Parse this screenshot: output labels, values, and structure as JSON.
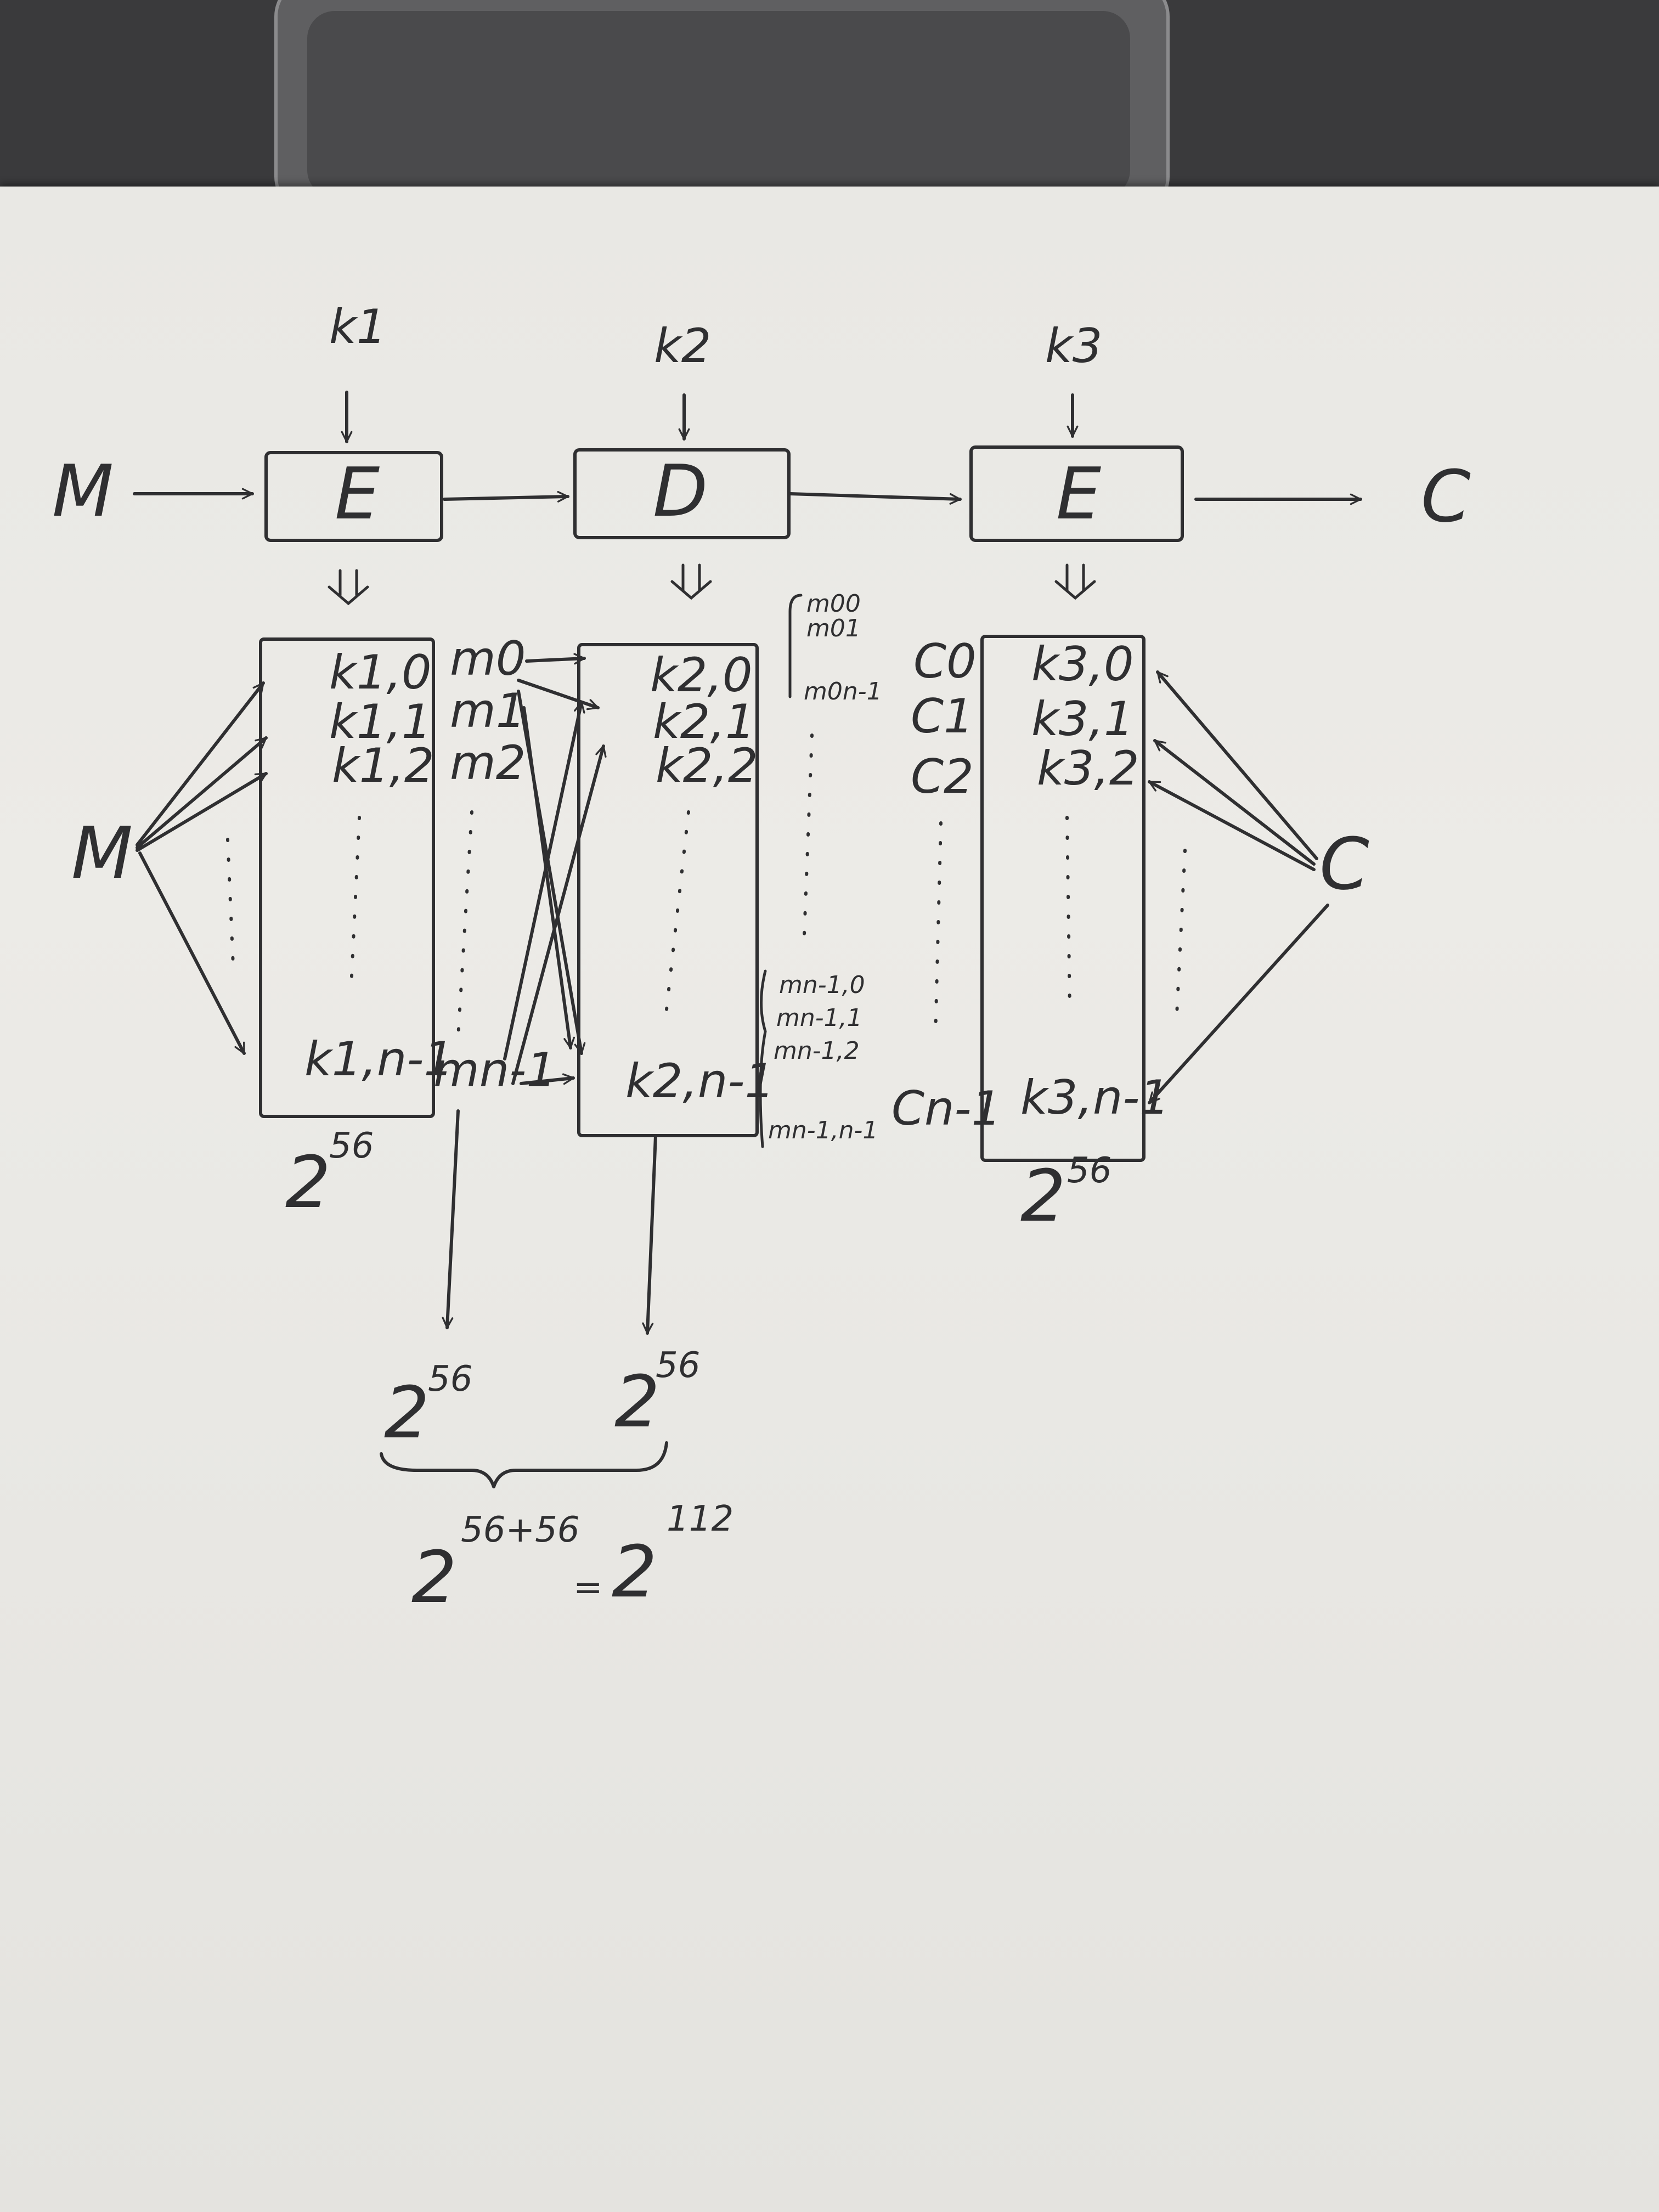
{
  "pipeline": {
    "input": "M",
    "output": "C",
    "stages": [
      {
        "op": "E",
        "key": "k1"
      },
      {
        "op": "D",
        "key": "k2"
      },
      {
        "op": "E",
        "key": "k3"
      }
    ]
  },
  "tables": {
    "left_input": "M",
    "right_input": "C",
    "table1": {
      "rows": [
        "k1,0",
        "k1,1",
        "k1,2",
        "k1,n-1"
      ],
      "size_base": "2",
      "size_exp": "56"
    },
    "middle_values": [
      "m0",
      "m1",
      "m2",
      "mn-1"
    ],
    "table2": {
      "rows": [
        "k2,0",
        "k2,1",
        "k2,2",
        "k2,n-1"
      ]
    },
    "group_top": [
      "m00",
      "m01",
      "m0n-1"
    ],
    "group_bottom": [
      "mn-1,0",
      "mn-1,1",
      "mn-1,2",
      "mn-1,n-1"
    ],
    "c_values": [
      "C0",
      "C1",
      "C2",
      "Cn-1"
    ],
    "table3": {
      "rows": [
        "k3,0",
        "k3,1",
        "k3,2",
        "k3,n-1"
      ],
      "size_base": "2",
      "size_exp": "56"
    }
  },
  "complexity": {
    "left_base": "2",
    "left_exp": "56",
    "right_base": "2",
    "right_exp": "56",
    "sum_base": "2",
    "sum_exp": "56+56",
    "equals": "=",
    "result_base": "2",
    "result_exp": "112"
  }
}
